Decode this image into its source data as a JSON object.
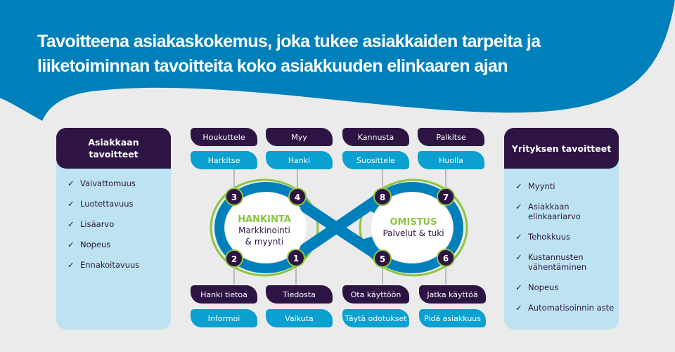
{
  "title": "Tavoitteena asiakaskokemus, joka tukee asiakkaiden tarpeita ja liiketoiminnan tavoitteita koko asiakkuuden elinkaaren ajan",
  "left_panel": {
    "title": "Asiakkaan tavoitteet",
    "items": [
      "Vaivattomuus",
      "Luotettavuus",
      "Lisäarvo",
      "Nopeus",
      "Ennakoitavuus"
    ]
  },
  "right_panel": {
    "title": "Yrityksen tavoitteet",
    "items": [
      "Myynti",
      "Asiakkaan elinkaariarvo",
      "Tehokkuus",
      "Kustannusten vähentäminen",
      "Nopeus",
      "Automatisoinnin aste"
    ]
  },
  "top_dark": [
    "Houkuttele",
    "Myy",
    "Kannusta",
    "Palkitse"
  ],
  "top_light": [
    "Harkitse",
    "Hanki",
    "Suosittele",
    "Huolla"
  ],
  "bottom_dark": [
    "Hanki tietoa",
    "Tiedosta",
    "Ota käyttöön",
    "Jatka käyttöä"
  ],
  "bottom_light": [
    "Informoi",
    "Vaikuta",
    "Täytä odotukset",
    "Pidä asiakkuus"
  ],
  "loop_left": {
    "title": "HANKINTA",
    "subtitle1": "Markkinointi",
    "subtitle2": "& myynti"
  },
  "loop_right": {
    "title": "OMISTUS",
    "subtitle": "Palvelut & tuki"
  },
  "steps": [
    "1",
    "2",
    "3",
    "4",
    "5",
    "6",
    "7",
    "8"
  ],
  "check": "✓",
  "colors": {
    "blue": "#0080bb",
    "dark": "#2d1444",
    "light": "#0aa0d0",
    "green": "#8cc63f"
  }
}
